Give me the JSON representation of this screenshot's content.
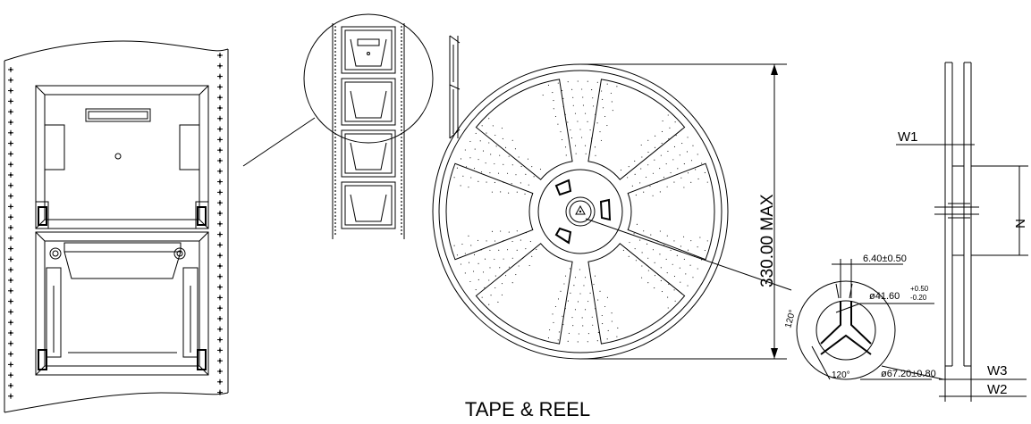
{
  "title": "TAPE & REEL",
  "reel": {
    "diameter_label": "330.00 MAX",
    "slot_width_label": "6.40±0.50",
    "hub_diameter_main": "ø41.60",
    "hub_diameter_tol_plus": "+0.50",
    "hub_diameter_tol_minus": "-0.20",
    "outer_hub_label": "ø67.20±0.80",
    "angle_left": "120°",
    "angle_bottom": "120°"
  },
  "side_view": {
    "w1_label": "W1",
    "n_label": "N",
    "w3_label": "W3",
    "w2_label": "W2"
  }
}
